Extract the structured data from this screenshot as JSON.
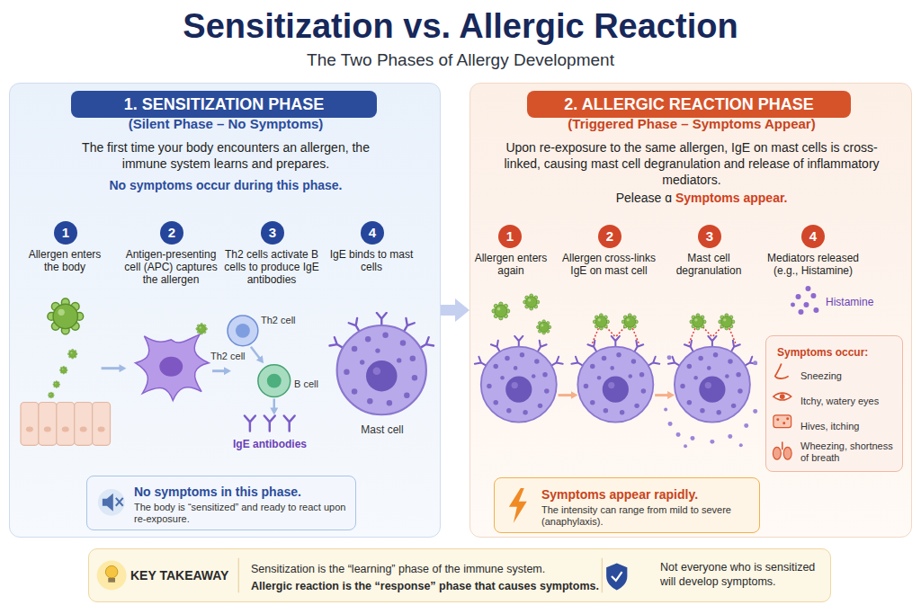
{
  "diagram": {
    "title": "Sensitization vs. Allergic Reaction",
    "caption": "The Two Phases of Allergy Development",
    "nodes": [
      {
        "text": [
          "(Silent Phase – No Symptoms)",
          "The first time your body encounters an allergen, the immune system learns and prepares.",
          "No symptoms occur during this phase."
        ]
      },
      {
        "text": [
          "1. SENSITIZATION PHASE"
        ],
        "in": 0
      },
      {
        "text": [
          "1"
        ],
        "in": 0
      },
      {
        "text": [
          "2"
        ],
        "in": 0
      },
      {
        "text": [
          "3"
        ],
        "in": 0
      },
      {
        "text": [
          "4"
        ],
        "in": 0
      },
      {
        "text": [
          "No symptoms in this phase.",
          "The body is “sensitized” and ready to react upon re-exposure."
        ],
        "in": 0
      },
      {
        "text": [
          "(Triggered Phase – Symptoms Appear)",
          "Upon re-exposure to the same allergen, IgE on mast cells is cross-linked, causing mast cell degranulation and release of inflammatory mediators.",
          "Pelease ɑ",
          "Symptoms appear."
        ]
      },
      {
        "text": [
          "2. ALLERGIC REACTION PHASE"
        ],
        "in": 7
      },
      {
        "text": [
          "1"
        ],
        "in": 7
      },
      {
        "text": [
          "2"
        ],
        "in": 7
      },
      {
        "text": [
          "3"
        ],
        "in": 7
      },
      {
        "text": [
          "4"
        ],
        "in": 7
      },
      {
        "text": [
          "Symptoms occur:",
          "Sneezing",
          "Itchy, watery eyes",
          "Hives, itching",
          "Wheezing, shortness of breath"
        ],
        "in": 7
      },
      {
        "text": [
          "Symptoms appear rapidly.",
          "The intensity can range from mild to severe (anaphylaxis)."
        ],
        "in": 7
      },
      {
        "text": [
          "KEY TAKEAWAY",
          "Sensitization is the “learning” phase of the immune system.",
          "Allergic reaction is the “response” phase that causes symptoms.",
          "Not everyone who is sensitized will develop symptoms."
        ]
      }
    ],
    "edges": [
      {
        "from": 0,
        "to": 7,
        "arrow": "to"
      }
    ],
    "labels": [
      "Allergen enters the body",
      "Antigen-presenting cell (APC) captures the allergen",
      "Th2 cells activate B cells to produce IgE antibodies",
      "IgE binds to mast cells",
      "Th2 cell",
      "Th2 cell",
      "B cell",
      "IgE antibodies",
      "Mast cell",
      "Allergen enters again",
      "Allergen cross-links IgE on mast cell",
      "Mast cell degranulation",
      "Mediators released (e.g., Histamine)",
      "Histamine"
    ]
  }
}
